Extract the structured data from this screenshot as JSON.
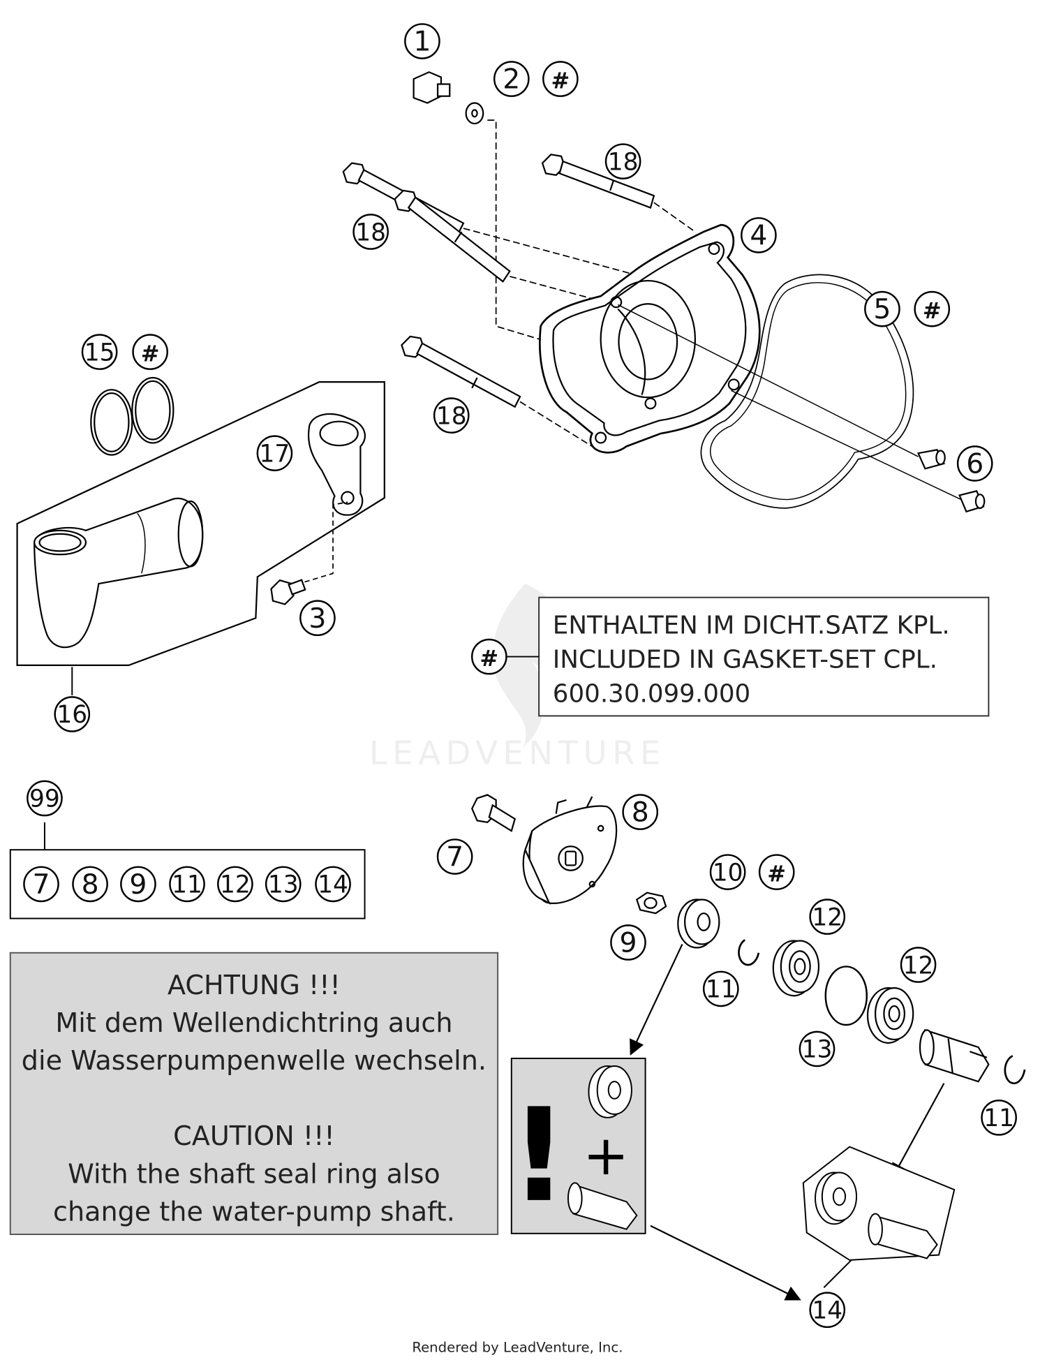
{
  "callouts": [
    {
      "id": "c1",
      "label": "1"
    },
    {
      "id": "c2",
      "label": "2"
    },
    {
      "id": "c2h",
      "label": "#"
    },
    {
      "id": "c18a",
      "label": "18"
    },
    {
      "id": "c18b",
      "label": "18"
    },
    {
      "id": "c4",
      "label": "4"
    },
    {
      "id": "c5",
      "label": "5"
    },
    {
      "id": "c5h",
      "label": "#"
    },
    {
      "id": "c18c",
      "label": "18"
    },
    {
      "id": "c6",
      "label": "6"
    },
    {
      "id": "c15",
      "label": "15"
    },
    {
      "id": "c15h",
      "label": "#"
    },
    {
      "id": "c17",
      "label": "17"
    },
    {
      "id": "c3",
      "label": "3"
    },
    {
      "id": "c16",
      "label": "16"
    },
    {
      "id": "c99",
      "label": "99"
    },
    {
      "id": "k7",
      "label": "7"
    },
    {
      "id": "k8",
      "label": "8"
    },
    {
      "id": "k9",
      "label": "9"
    },
    {
      "id": "k11",
      "label": "11"
    },
    {
      "id": "k12",
      "label": "12"
    },
    {
      "id": "k13",
      "label": "13"
    },
    {
      "id": "k14",
      "label": "14"
    },
    {
      "id": "c8",
      "label": "8"
    },
    {
      "id": "c7",
      "label": "7"
    },
    {
      "id": "c10",
      "label": "10"
    },
    {
      "id": "c10h",
      "label": "#"
    },
    {
      "id": "c9",
      "label": "9"
    },
    {
      "id": "c12a",
      "label": "12"
    },
    {
      "id": "c11a",
      "label": "11"
    },
    {
      "id": "c12b",
      "label": "12"
    },
    {
      "id": "c13",
      "label": "13"
    },
    {
      "id": "c11b",
      "label": "11"
    },
    {
      "id": "c14",
      "label": "14"
    },
    {
      "id": "chash",
      "label": "#"
    }
  ],
  "gasket_note": {
    "line1": "ENTHALTEN IM DICHT.SATZ KPL.",
    "line2": "INCLUDED IN GASKET-SET CPL.",
    "line3": "600.30.099.000"
  },
  "caution_note": {
    "de_title": "ACHTUNG !!!",
    "de_line1": "Mit dem Wellendichtring auch",
    "de_line2": "die Wasserpumpenwelle wechseln.",
    "en_title": "CAUTION !!!",
    "en_line1": "With the shaft seal ring also",
    "en_line2": "change the water-pump shaft."
  },
  "warning_symbols": {
    "exclamation": "!",
    "plus": "+"
  },
  "watermark": "LEADVENTURE",
  "footer": "Rendered by LeadVenture, Inc."
}
